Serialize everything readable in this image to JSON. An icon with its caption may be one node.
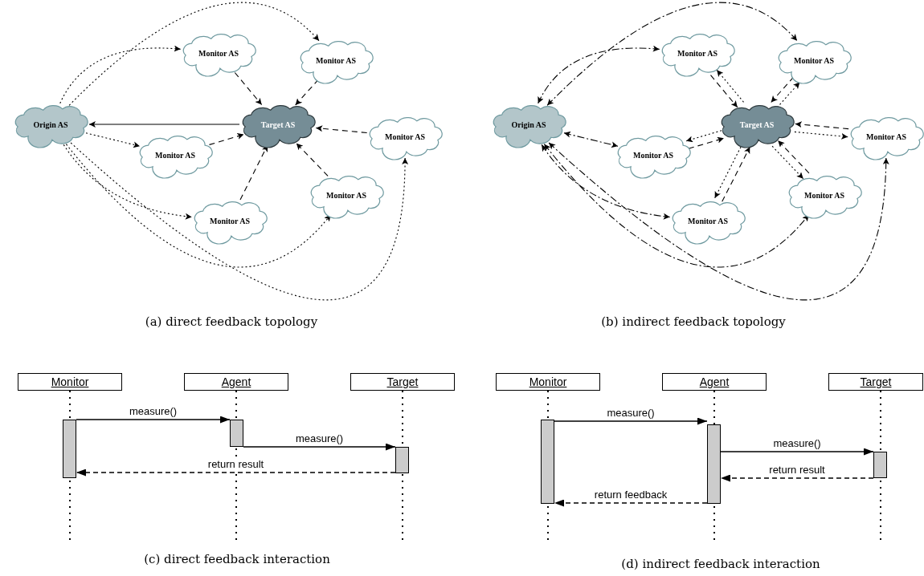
{
  "diagram": {
    "nodes": [
      {
        "text": [
          "Origin AS"
        ]
      },
      {
        "text": [
          "Target AS"
        ]
      },
      {
        "text": [
          "Monitor AS"
        ]
      },
      {
        "text": [
          "Monitor AS"
        ]
      },
      {
        "text": [
          "Monitor AS"
        ]
      },
      {
        "text": [
          "Monitor AS"
        ]
      },
      {
        "text": [
          "Monitor AS"
        ]
      },
      {
        "text": [
          "Monitor AS"
        ]
      },
      {
        "text": [
          "Origin AS"
        ]
      },
      {
        "text": [
          "Target AS"
        ]
      },
      {
        "text": [
          "Monitor AS"
        ]
      },
      {
        "text": [
          "Monitor AS"
        ]
      },
      {
        "text": [
          "Monitor AS"
        ]
      },
      {
        "text": [
          "Monitor AS"
        ]
      },
      {
        "text": [
          "Monitor AS"
        ]
      },
      {
        "text": [
          "Monitor AS"
        ]
      },
      {
        "text": [
          "Monitor"
        ]
      },
      {
        "text": [
          "Agent"
        ]
      },
      {
        "text": [
          "Target"
        ]
      },
      {
        "text": [],
        "shape": "bar"
      },
      {
        "text": [],
        "shape": "bar"
      },
      {
        "text": [],
        "shape": "bar"
      },
      {
        "text": [
          "Monitor"
        ]
      },
      {
        "text": [
          "Agent"
        ]
      },
      {
        "text": [
          "Target"
        ]
      },
      {
        "text": [],
        "shape": "bar"
      },
      {
        "text": [],
        "shape": "bar"
      },
      {
        "text": [],
        "shape": "bar"
      }
    ],
    "edges": [
      {
        "from": 1,
        "to": 0,
        "arrow": "to"
      },
      {
        "from": 0,
        "to": 2,
        "arrow": "to",
        "style": "dashed"
      },
      {
        "from": 0,
        "to": 3,
        "arrow": "to",
        "style": "dashed"
      },
      {
        "from": 0,
        "to": 4,
        "arrow": "to",
        "style": "dashed"
      },
      {
        "from": 0,
        "to": 5,
        "arrow": "to",
        "style": "dashed"
      },
      {
        "from": 0,
        "to": 6,
        "arrow": "to",
        "style": "dashed"
      },
      {
        "from": 0,
        "to": 7,
        "arrow": "to",
        "style": "dashed"
      },
      {
        "from": 2,
        "to": 1,
        "arrow": "to",
        "style": "dashed"
      },
      {
        "from": 3,
        "to": 1,
        "arrow": "to",
        "style": "dashed"
      },
      {
        "from": 4,
        "to": 1,
        "arrow": "to",
        "style": "dashed"
      },
      {
        "from": 5,
        "to": 1,
        "arrow": "to",
        "style": "dashed"
      },
      {
        "from": 6,
        "to": 1,
        "arrow": "to",
        "style": "dashed"
      },
      {
        "from": 7,
        "to": 1,
        "arrow": "to",
        "style": "dashed"
      },
      {
        "from": 8,
        "to": 10,
        "arrow": "both",
        "style": "dashed"
      },
      {
        "from": 8,
        "to": 11,
        "arrow": "both",
        "style": "dashed"
      },
      {
        "from": 8,
        "to": 12,
        "arrow": "both",
        "style": "dashed"
      },
      {
        "from": 8,
        "to": 13,
        "arrow": "both",
        "style": "dashed"
      },
      {
        "from": 8,
        "to": 14,
        "arrow": "both",
        "style": "dashed"
      },
      {
        "from": 8,
        "to": 15,
        "arrow": "both",
        "style": "dashed"
      },
      {
        "from": 10,
        "to": 9,
        "arrow": "to",
        "style": "dashed"
      },
      {
        "from": 11,
        "to": 9,
        "arrow": "to",
        "style": "dashed"
      },
      {
        "from": 12,
        "to": 9,
        "arrow": "to",
        "style": "dashed"
      },
      {
        "from": 13,
        "to": 9,
        "arrow": "to",
        "style": "dashed"
      },
      {
        "from": 14,
        "to": 9,
        "arrow": "to",
        "style": "dashed"
      },
      {
        "from": 15,
        "to": 9,
        "arrow": "to",
        "style": "dashed"
      },
      {
        "from": 9,
        "to": 10,
        "arrow": "to",
        "style": "dashed"
      },
      {
        "from": 9,
        "to": 11,
        "arrow": "to",
        "style": "dashed"
      },
      {
        "from": 9,
        "to": 12,
        "arrow": "to",
        "style": "dashed"
      },
      {
        "from": 9,
        "to": 13,
        "arrow": "to",
        "style": "dashed"
      },
      {
        "from": 9,
        "to": 14,
        "arrow": "to",
        "style": "dashed"
      },
      {
        "from": 9,
        "to": 15,
        "arrow": "to",
        "style": "dashed"
      },
      {
        "from": 19,
        "to": 20,
        "arrow": "to",
        "label": "measure()"
      },
      {
        "from": 20,
        "to": 21,
        "arrow": "to",
        "label": "measure()"
      },
      {
        "from": 21,
        "to": 19,
        "arrow": "to",
        "label": "return result",
        "style": "dashed"
      },
      {
        "from": 25,
        "to": 26,
        "arrow": "to",
        "label": "measure()"
      },
      {
        "from": 26,
        "to": 27,
        "arrow": "to",
        "label": "measure()"
      },
      {
        "from": 27,
        "to": 26,
        "arrow": "to",
        "label": "return result",
        "style": "dashed"
      },
      {
        "from": 26,
        "to": 25,
        "arrow": "to",
        "label": "return feedback",
        "style": "dashed"
      }
    ],
    "labels": [
      "(a) direct feedback topology",
      "(b) indirect feedback topology",
      "(c) direct feedback interaction",
      "(d) indirect feedback interaction"
    ]
  }
}
